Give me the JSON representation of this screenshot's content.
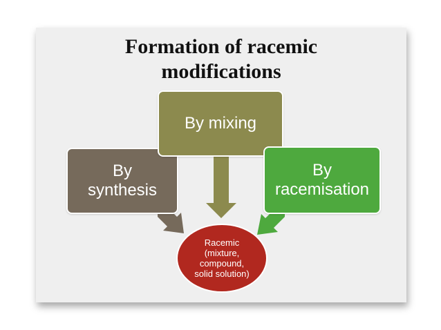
{
  "title": {
    "line1": "Formation of racemic",
    "line2": "modifications"
  },
  "boxes": {
    "synthesis": {
      "line1": "By",
      "line2": "synthesis",
      "color": "#766a5b"
    },
    "mixing": {
      "line1": "By mixing",
      "color": "#8c8a4e"
    },
    "racemisation": {
      "line1": "By",
      "line2": "racemisation",
      "color": "#4ea93e"
    }
  },
  "result": {
    "line1": "Racemic",
    "line2": "(mixture,",
    "line3": "compound,",
    "line4": "solid solution)",
    "color": "#b1281f"
  }
}
